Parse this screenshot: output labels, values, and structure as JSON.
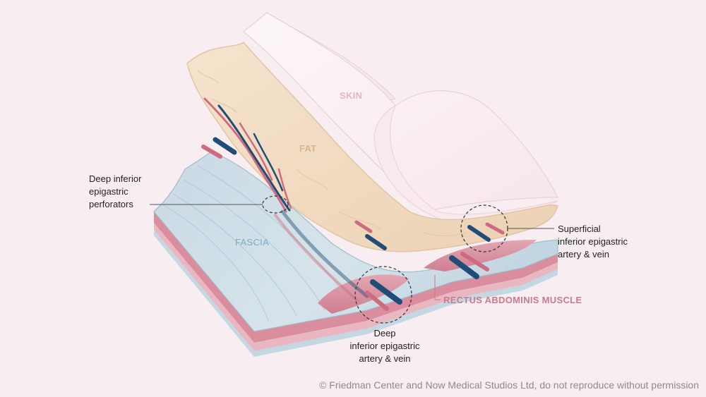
{
  "colors": {
    "background": "#f8eef1",
    "skin": "#fbf3f5",
    "fat": "#f2dcc3",
    "fascia": "#b9d3e0",
    "muscle": "#dc8f9e",
    "artery": "#cf6b7f",
    "vein": "#1e4e78",
    "label_text": "#222222"
  },
  "layers": {
    "skin": "SKIN",
    "fat": "FAT",
    "fascia": "FASCIA",
    "muscle": "RECTUS ABDOMINIS MUSCLE"
  },
  "callouts": {
    "perforators": [
      "Deep inferior",
      "epigastric",
      "perforators"
    ],
    "superficial": [
      "Superficial",
      "inferior epigastric",
      "artery & vein"
    ],
    "deep": [
      "Deep",
      "inferior epigastric",
      "artery & vein"
    ]
  },
  "copyright": "© Friedman Center and Now Medical Studios Ltd, do not reproduce without permission"
}
